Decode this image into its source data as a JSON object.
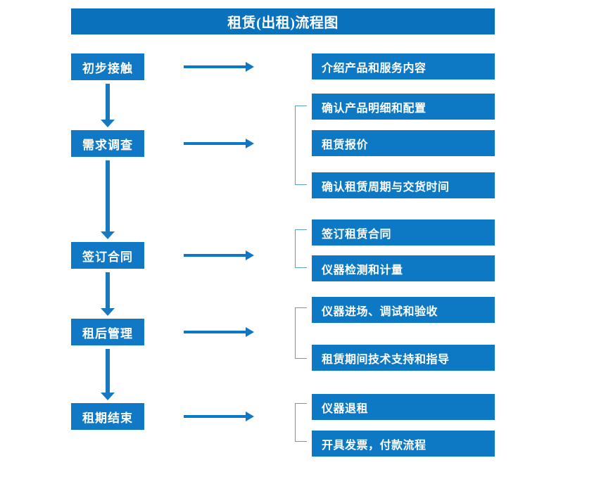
{
  "title": "租赁(出租)流程图",
  "colors": {
    "banner_bg": "#0a71bd",
    "stage_box_bg": "#1078c4",
    "detail_box_bg": "#0d79c5",
    "vertical_arrow": "#1878c0",
    "horizontal_arrow": "#0d78c9",
    "bracket_line": "#5b9bd5",
    "text": "#ffffff",
    "page_bg": "#ffffff"
  },
  "stages": [
    {
      "label": "初步接触"
    },
    {
      "label": "需求调查"
    },
    {
      "label": "签订合同"
    },
    {
      "label": "租后管理"
    },
    {
      "label": "租期结束"
    }
  ],
  "details": [
    {
      "label": "介绍产品和服务内容"
    },
    {
      "label": "确认产品明细和配置"
    },
    {
      "label": "租赁报价"
    },
    {
      "label": "确认租赁周期与交货时间"
    },
    {
      "label": "签订租赁合同"
    },
    {
      "label": "仪器检测和计量"
    },
    {
      "label": "仪器进场、调试和验收"
    },
    {
      "label": "租赁期间技术支持和指导"
    },
    {
      "label": "仪器退租"
    },
    {
      "label": "开具发票，付款流程"
    }
  ],
  "groups": [
    {
      "stage": "初步接触",
      "detail_indices": [
        0
      ],
      "bracketed": false
    },
    {
      "stage": "需求调查",
      "detail_indices": [
        1,
        2,
        3
      ],
      "bracketed": true
    },
    {
      "stage": "签订合同",
      "detail_indices": [
        4,
        5
      ],
      "bracketed": true
    },
    {
      "stage": "租后管理",
      "detail_indices": [
        6,
        7
      ],
      "bracketed": true
    },
    {
      "stage": "租期结束",
      "detail_indices": [
        8,
        9
      ],
      "bracketed": true
    }
  ],
  "icons": {
    "down_arrow": "down-arrow-icon",
    "right_arrow": "right-arrow-icon",
    "bracket": "group-bracket-icon"
  }
}
